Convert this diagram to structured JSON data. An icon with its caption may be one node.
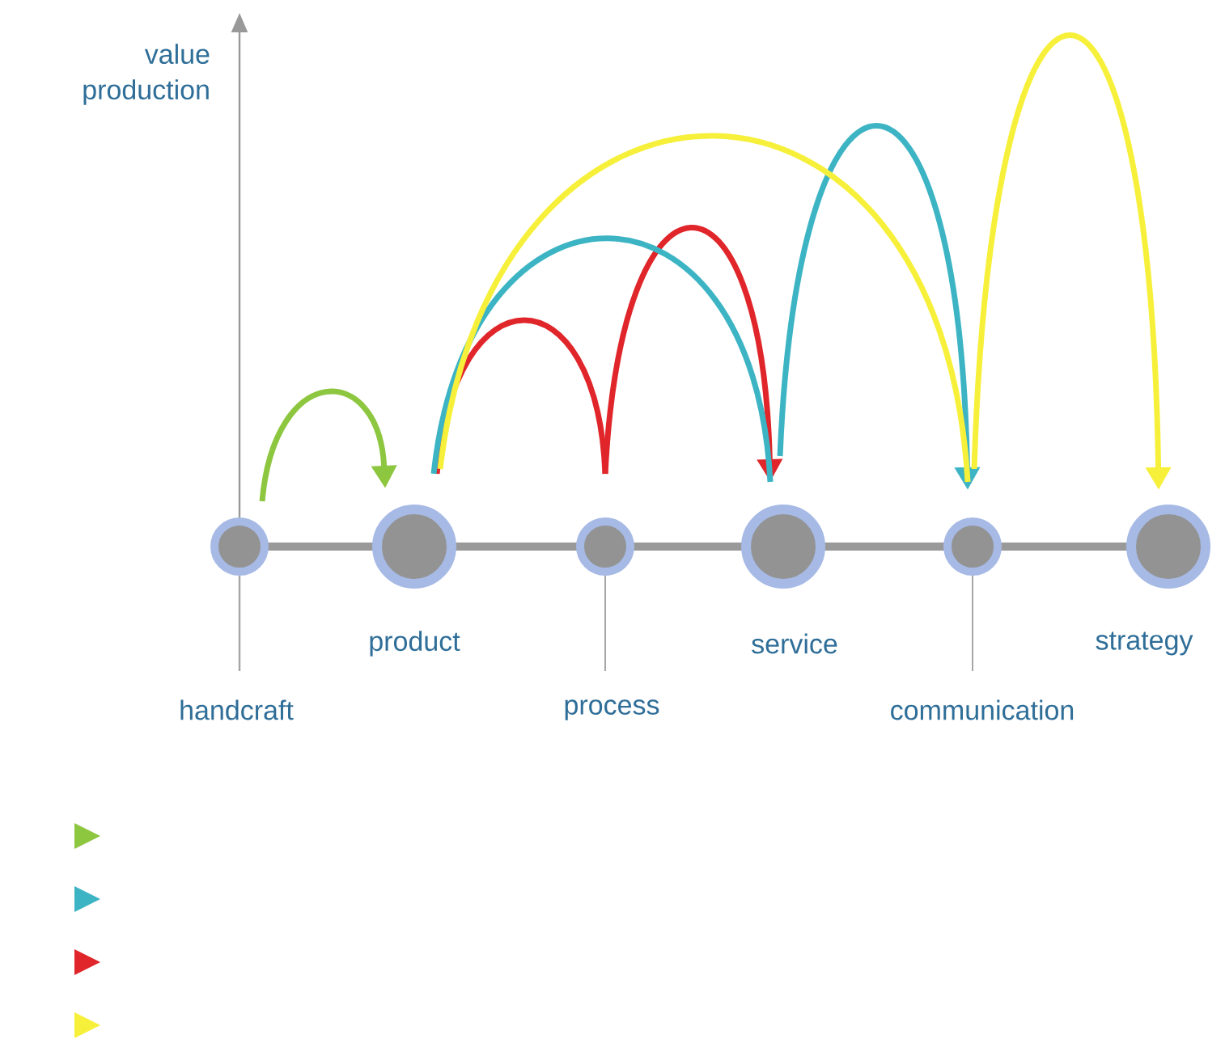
{
  "diagram": {
    "nodes": [
      {
        "text": [
          "handcraft"
        ]
      },
      {
        "text": [
          "product"
        ]
      },
      {
        "text": [
          "process"
        ]
      },
      {
        "text": [
          "service"
        ]
      },
      {
        "text": [
          "communication"
        ]
      },
      {
        "text": [
          "strategy"
        ]
      }
    ],
    "edges": [
      {
        "from": 0,
        "to": 1,
        "arrow": "to",
        "color": "#8dc63f"
      },
      {
        "from": 1,
        "to": 2,
        "arrow": "none",
        "color": "#e0262a"
      },
      {
        "from": 2,
        "to": 3,
        "arrow": "to",
        "color": "#e0262a"
      },
      {
        "from": 1,
        "to": 3,
        "arrow": "none",
        "color": "#3cb4c4"
      },
      {
        "from": 3,
        "to": 4,
        "arrow": "to",
        "color": "#3cb4c4"
      },
      {
        "from": 1,
        "to": 4,
        "arrow": "none",
        "color": "#f7f03a"
      },
      {
        "from": 4,
        "to": 5,
        "arrow": "to",
        "color": "#f7f03a"
      }
    ],
    "labels": [
      "value production"
    ]
  }
}
